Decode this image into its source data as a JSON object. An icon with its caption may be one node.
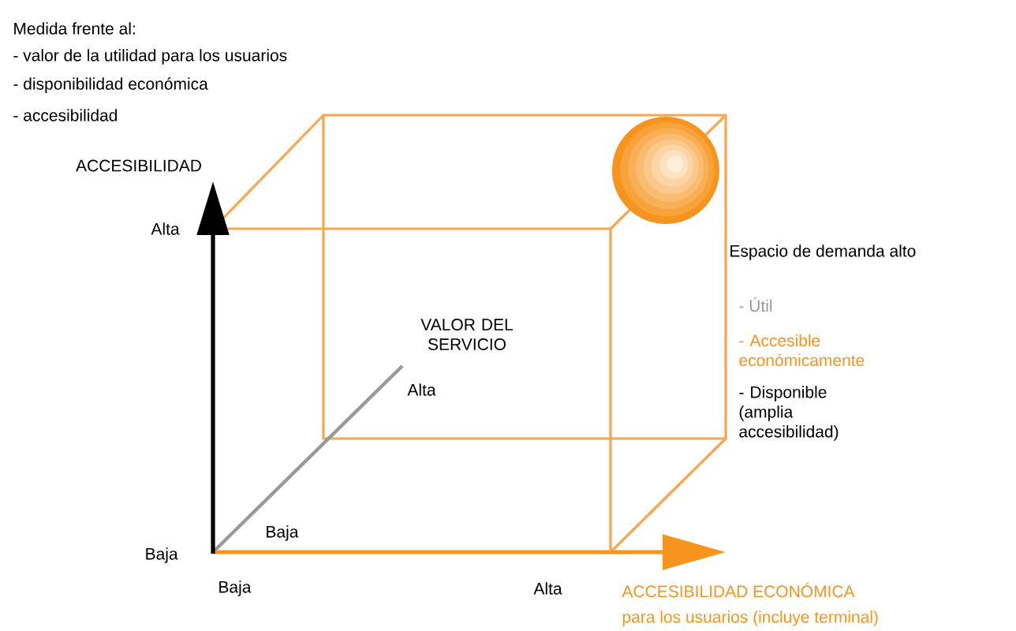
{
  "diagram": {
    "labels": [
      "Medida frente al:",
      "- valor de la utilidad para los usuarios",
      "- disponibilidad económica",
      "- accesibilidad",
      "ACCESIBILIDAD",
      "Alta",
      "VALOR DEL SERVICIO",
      "Alta",
      "Espacio de demanda alto",
      "- Útil",
      "- Accesible económicamente",
      "- Disponible (amplia accesibilidad)",
      "Baja",
      "Baja",
      "Baja",
      "Alta",
      "ACCESIBILIDAD ECONÓMICA",
      "para los usuarios (incluye terminal)"
    ]
  }
}
